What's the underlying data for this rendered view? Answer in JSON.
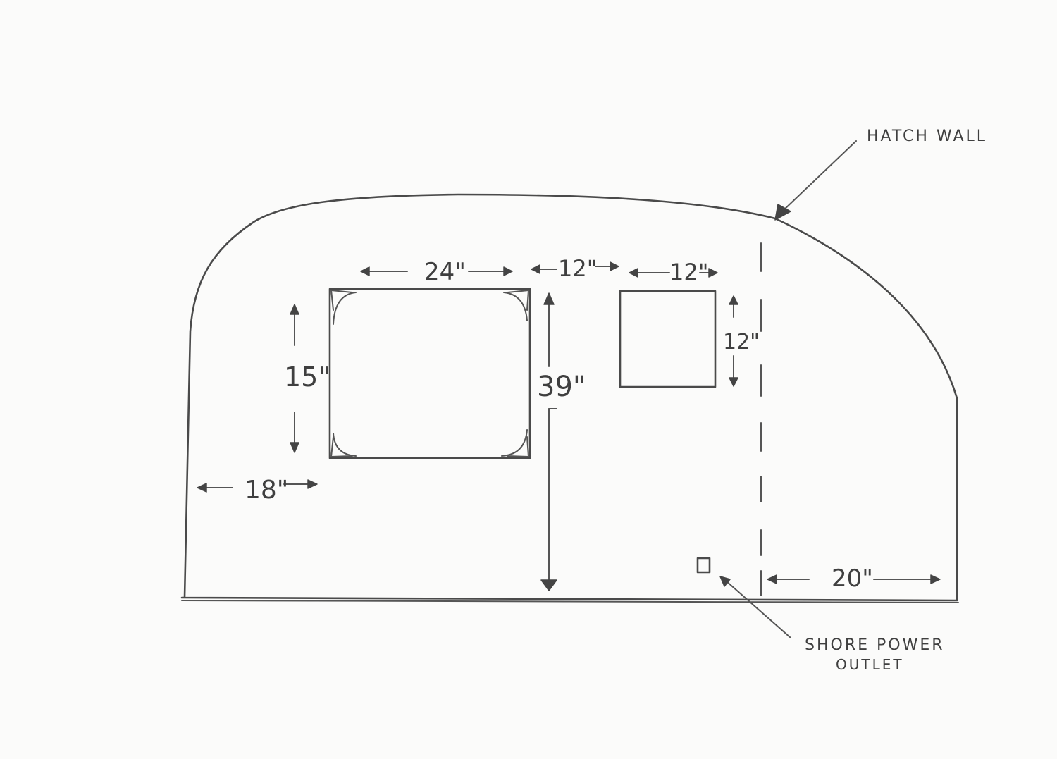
{
  "callouts": {
    "hatch_wall": "HATCH WALL",
    "shore_power_line1": "SHORE POWER",
    "shore_power_line2": "OUTLET"
  },
  "dimensions": {
    "large_window_width": "24\"",
    "window_gap": "12\"",
    "small_window_width": "12\"",
    "small_window_height": "12\"",
    "large_window_height": "15\"",
    "left_offset": "18\"",
    "wall_height": "39\"",
    "hatch_depth": "20\""
  },
  "colors": {
    "paper": "#fbfbfa",
    "pencil": "#4a4a4a"
  }
}
